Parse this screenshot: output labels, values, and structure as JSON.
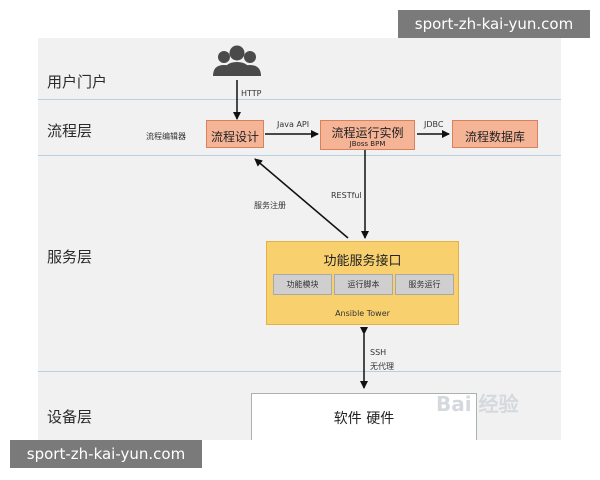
{
  "layers": {
    "portal": "用户门户",
    "process": "流程层",
    "service": "服务层",
    "device": "设备层"
  },
  "process_layer": {
    "editor_label": "流程编辑器",
    "design": "流程设计",
    "runtime": "流程运行实例",
    "runtime_sub": "JBoss BPM",
    "database": "流程数据库"
  },
  "links": {
    "http": "HTTP",
    "java_api": "Java API",
    "jdbc": "JDBC",
    "service_register": "服务注册",
    "restful": "RESTful",
    "ssh": "SSH",
    "agentless": "无代理"
  },
  "service_layer": {
    "title": "功能服务接口",
    "modules": [
      "功能模块",
      "运行脚本",
      "服务运行"
    ],
    "footer": "Ansible Tower"
  },
  "device_layer": {
    "label": "软件  硬件"
  },
  "watermarks": {
    "top": "sport-zh-kai-yun.com",
    "bottom": "sport-zh-kai-yun.com",
    "baidu": "Bai 经验"
  },
  "colors": {
    "process_box": "#f6b497",
    "service_box": "#f9d06e",
    "layer_line": "#b9cfe2",
    "badge_bg": "#7a7a7a"
  },
  "icons": [
    "users-icon"
  ]
}
